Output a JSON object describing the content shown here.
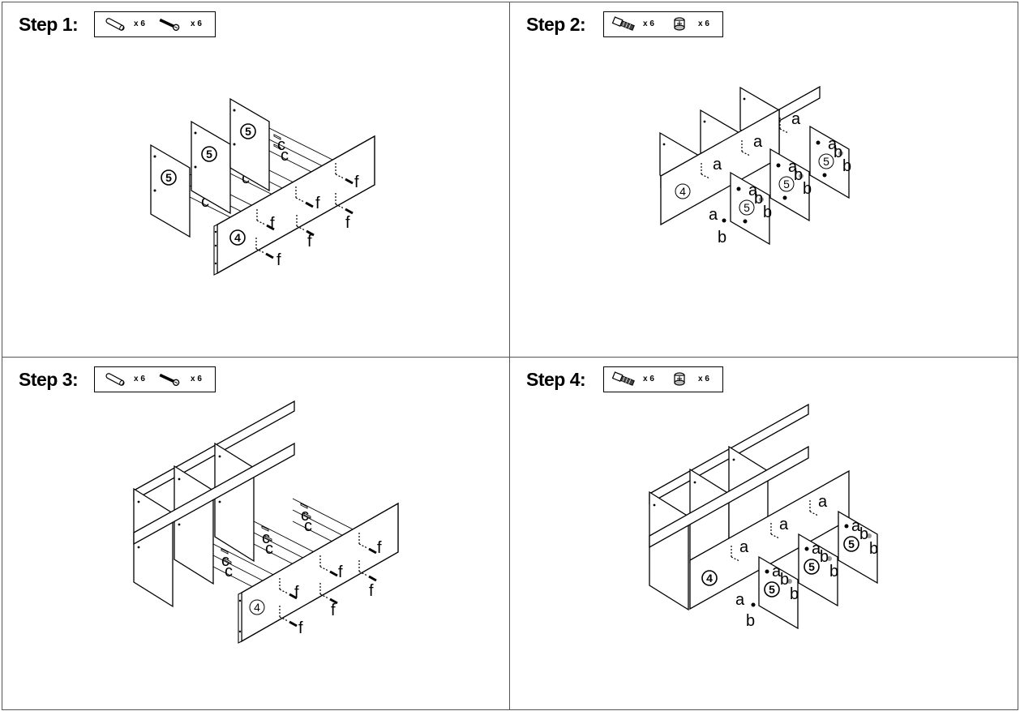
{
  "steps": [
    {
      "title": "Step 1:",
      "hardware": [
        {
          "icon": "dowel-icon",
          "qty": "x 6"
        },
        {
          "icon": "screw-icon",
          "qty": "x 6"
        }
      ]
    },
    {
      "title": "Step 2:",
      "hardware": [
        {
          "icon": "cam-bolt-icon",
          "qty": "x 6"
        },
        {
          "icon": "cam-lock-icon",
          "qty": "x 6"
        }
      ]
    },
    {
      "title": "Step 3:",
      "hardware": [
        {
          "icon": "dowel-icon",
          "qty": "x 6"
        },
        {
          "icon": "screw-icon",
          "qty": "x 6"
        }
      ]
    },
    {
      "title": "Step 4:",
      "hardware": [
        {
          "icon": "cam-bolt-icon",
          "qty": "x 6"
        },
        {
          "icon": "cam-lock-icon",
          "qty": "x 6"
        }
      ]
    }
  ],
  "parts": {
    "long_panel": "4",
    "short_panel": "5"
  },
  "hardware_letters": {
    "cam_bolt": "a",
    "cam_lock": "b",
    "dowel": "c",
    "screw": "f"
  }
}
